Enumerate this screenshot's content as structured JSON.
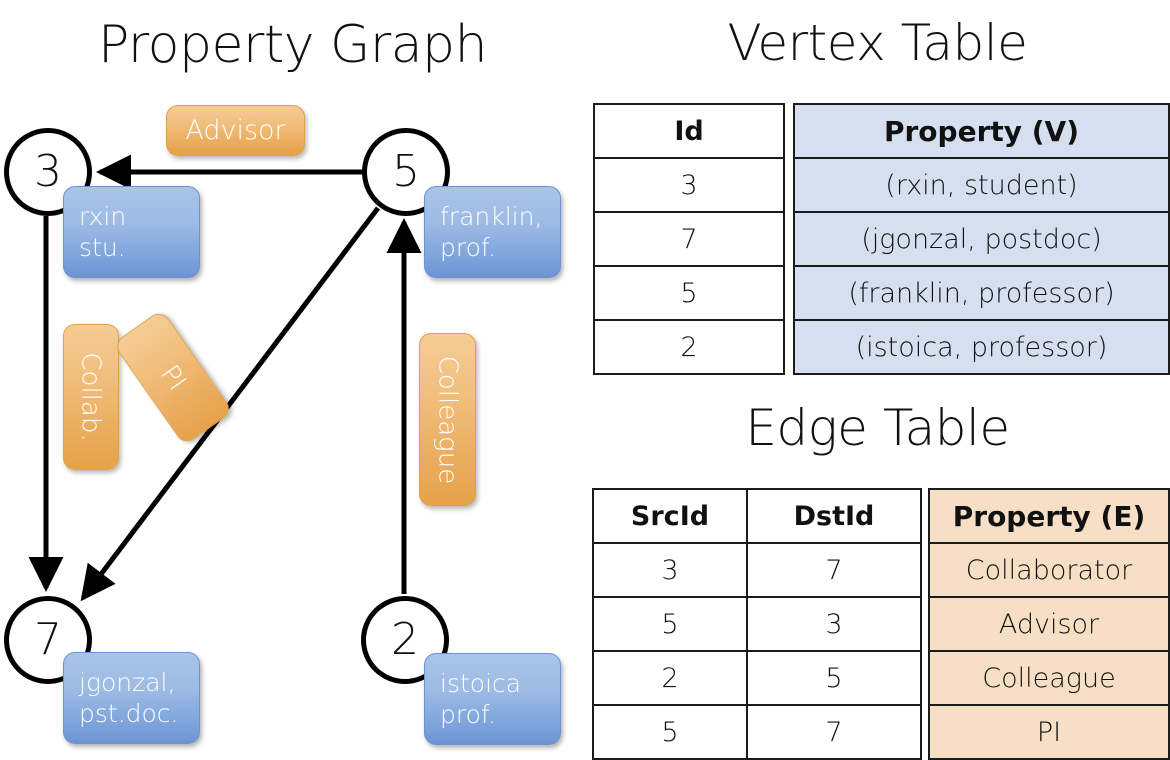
{
  "titles": {
    "property_graph": "Property Graph",
    "vertex_table": "Vertex Table",
    "edge_table": "Edge Table"
  },
  "graph": {
    "nodes": [
      {
        "id": "3",
        "property": "rxin\nstu."
      },
      {
        "id": "5",
        "property": "franklin,\nprof."
      },
      {
        "id": "7",
        "property": "jgonzal,\npst.doc."
      },
      {
        "id": "2",
        "property": "istoica\nprof."
      }
    ],
    "node_labels": {
      "n3": "3",
      "n5": "5",
      "n7": "7",
      "n2": "2"
    },
    "property_boxes": {
      "rxin_line1": "rxin",
      "rxin_line2": "stu.",
      "franklin_line1": "franklin,",
      "franklin_line2": "prof.",
      "jgonzal_line1": "jgonzal,",
      "jgonzal_line2": "pst.doc.",
      "istoica_line1": "istoica",
      "istoica_line2": "prof."
    },
    "edge_labels": {
      "advisor": "Advisor",
      "collab": "Collab.",
      "pi": "PI",
      "colleague": "Colleague"
    },
    "edges": [
      {
        "from": "5",
        "to": "3",
        "label": "Advisor"
      },
      {
        "from": "3",
        "to": "7",
        "label": "Collab."
      },
      {
        "from": "5",
        "to": "7",
        "label": "PI"
      },
      {
        "from": "2",
        "to": "5",
        "label": "Colleague"
      }
    ]
  },
  "vertex_table": {
    "columns": [
      "Id",
      "Property (V)"
    ],
    "rows": [
      {
        "id": "3",
        "property": "(rxin, student)"
      },
      {
        "id": "7",
        "property": "(jgonzal, postdoc)"
      },
      {
        "id": "5",
        "property": "(franklin, professor)"
      },
      {
        "id": "2",
        "property": "(istoica, professor)"
      }
    ]
  },
  "edge_table": {
    "columns": [
      "SrcId",
      "DstId",
      "Property (E)"
    ],
    "rows": [
      {
        "src": "3",
        "dst": "7",
        "property": "Collaborator"
      },
      {
        "src": "5",
        "dst": "3",
        "property": "Advisor"
      },
      {
        "src": "2",
        "dst": "5",
        "property": "Colleague"
      },
      {
        "src": "5",
        "dst": "7",
        "property": "PI"
      }
    ]
  },
  "colors": {
    "vertex_property_fill": "#d5dfef",
    "edge_property_fill": "#f6dfc5",
    "node_callout_blue": "#7ea4dc",
    "edge_label_orange": "#eaac5d",
    "stroke": "#000000"
  }
}
